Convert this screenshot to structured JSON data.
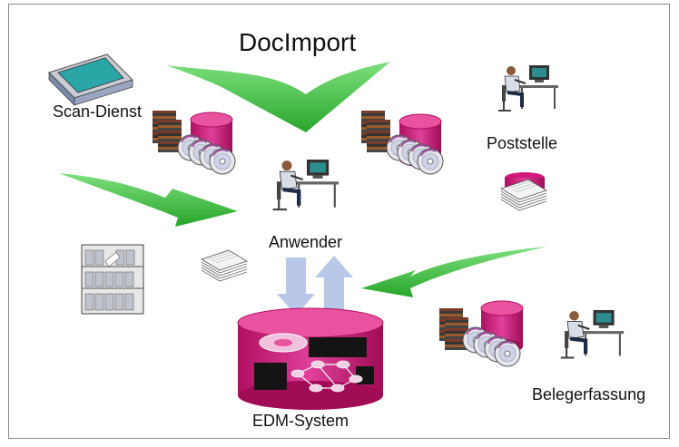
{
  "title": "DocImport",
  "labels": {
    "scan": "Scan-Dienst",
    "post": "Poststelle",
    "user": "Anwender",
    "edm": "EDM-System",
    "beleg": "Belegerfassung"
  },
  "colors": {
    "arrow_green": "#3cb43c",
    "db_magenta": "#d2187a",
    "sync_arrow": "#b9c8e8",
    "paper": "#f4f4f4"
  }
}
